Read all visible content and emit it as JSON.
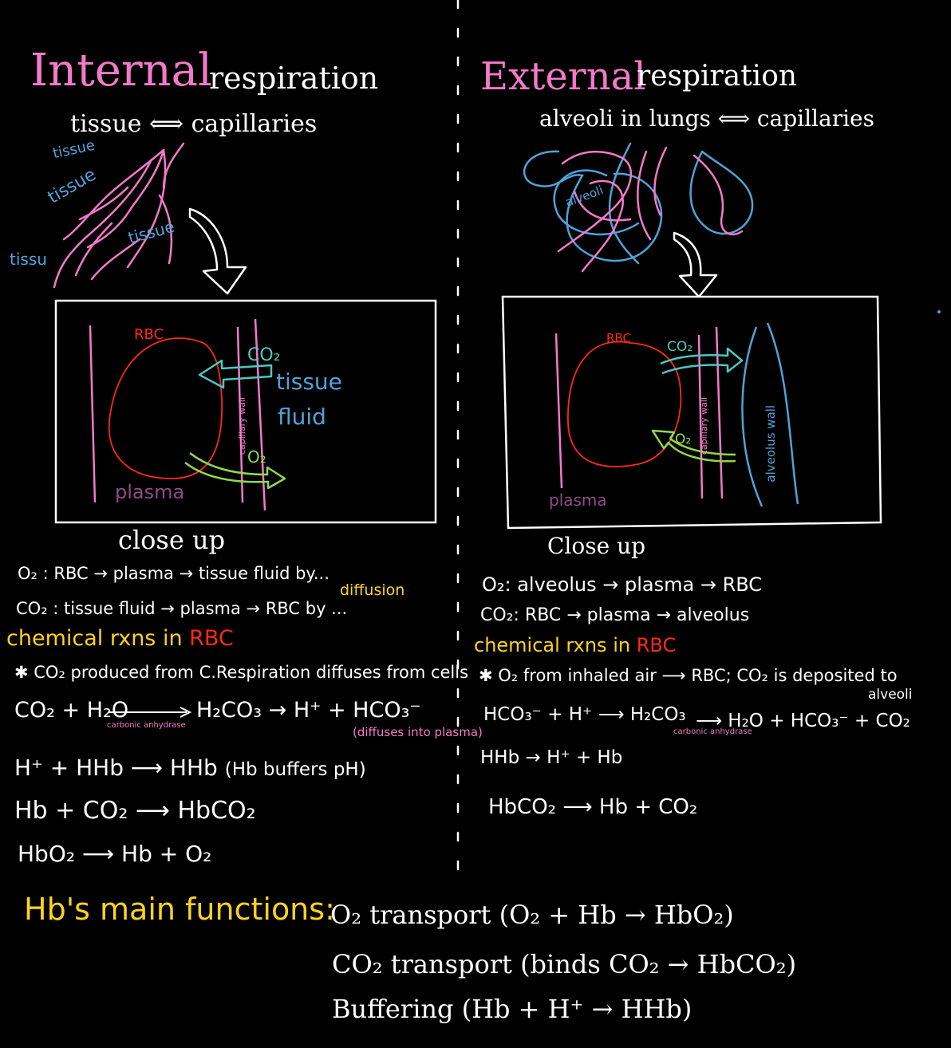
{
  "colors": {
    "background": "#000000",
    "text": "#ffffff",
    "capillary_pink": "#f27ac8",
    "tissue_blue": "#4fa3d9",
    "highlight_yellow": "#ffd21f",
    "rbc_red": "#ff2a17",
    "o2_green": "#8fd94c",
    "co2_teal": "#4ec7c0",
    "plasma_purple": "#8f4c86"
  },
  "left": {
    "title_main": "Internal",
    "title_rest": "respiration",
    "subtitle": "tissue ⟺ capillaries",
    "tissue_labels": [
      "tissue",
      "tissue",
      "tissue",
      "tissu"
    ],
    "closeup": {
      "rbc": "RBC",
      "co2": "CO₂",
      "tissue_fluid_1": "tissue",
      "tissue_fluid_2": "fluid",
      "capillary_wall": "capillary wall",
      "o2": "O₂",
      "plasma": "plasma"
    },
    "closeup_caption": "close up",
    "o2_path": "O₂ : RBC → plasma → tissue fluid by...",
    "diffusion": "diffusion",
    "co2_path": "CO₂ : tissue fluid → plasma → RBC by ...",
    "rxn_heading": "chemical rxns in",
    "rxn_heading_rbc": "RBC",
    "note": "✱ CO₂ produced from C.Respiration diffuses from cells",
    "eq1_left": "CO₂ + H₂O",
    "eq1_mid": "H₂CO₃ → H⁺ + HCO₃⁻",
    "enzyme": "carbonic anhydrase",
    "diffuses_note": "(diffuses into plasma)",
    "eq2": "H⁺ + HHb ⟶ HHb",
    "eq2_note": "(Hb buffers pH)",
    "eq3": "Hb + CO₂ ⟶ HbCO₂",
    "eq4": "HbO₂ ⟶ Hb + O₂"
  },
  "right": {
    "title_main": "External",
    "title_rest": "respiration",
    "subtitle": "alveoli in lungs ⟺ capillaries",
    "alveoli_label": "alveoli",
    "closeup": {
      "rbc": "RBC",
      "co2": "CO₂",
      "o2": "O₂",
      "capillary_wall": "capillary wall",
      "alveolus_wall": "alveolus wall",
      "plasma": "plasma"
    },
    "closeup_caption": "Close up",
    "o2_path": "O₂: alveolus → plasma → RBC",
    "co2_path": "CO₂: RBC → plasma → alveolus",
    "rxn_heading": "chemical rxns in",
    "rxn_heading_rbc": "RBC",
    "note": "✱ O₂ from inhaled air ⟶ RBC; CO₂ is deposited to",
    "note_end": "alveoli",
    "eq1_left": "HCO₃⁻ + H⁺ ⟶ H₂CO₃",
    "enzyme": "carbonic anhydrase",
    "eq1_right": "⟶ H₂O + HCO₃⁻ + CO₂",
    "eq2": "HHb → H⁺ + Hb",
    "eq3": "HbCO₂ ⟶ Hb + CO₂"
  },
  "footer": {
    "heading": "Hb's main functions:",
    "items": [
      "O₂ transport (O₂ + Hb → HbO₂)",
      "CO₂ transport (binds CO₂ → HbCO₂)",
      "Buffering (Hb + H⁺ → HHb)"
    ]
  }
}
